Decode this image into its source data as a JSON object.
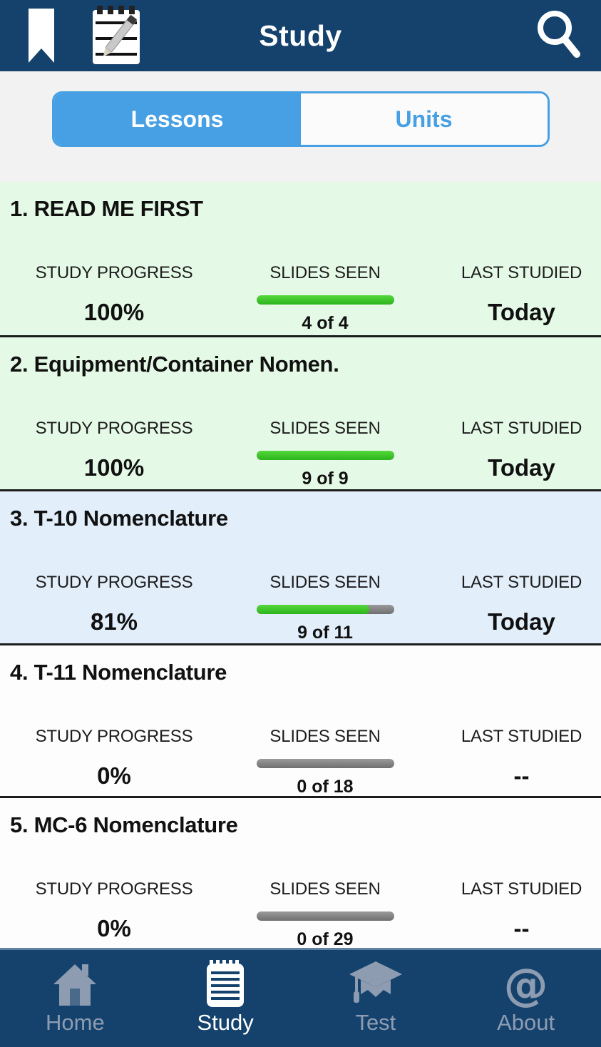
{
  "header": {
    "title": "Study"
  },
  "tabs": {
    "lessons_label": "Lessons",
    "units_label": "Units",
    "selected": "Lessons"
  },
  "columns": {
    "progress": "STUDY PROGRESS",
    "slides": "SLIDES SEEN",
    "last": "LAST STUDIED"
  },
  "lessons": [
    {
      "title": "1. READ ME FIRST",
      "progress": "100%",
      "slides": "4 of 4",
      "percent": 100,
      "last": "Today",
      "highlight": "green"
    },
    {
      "title": "2. Equipment/Container Nomen.",
      "progress": "100%",
      "slides": "9 of 9",
      "percent": 100,
      "last": "Today",
      "highlight": "green"
    },
    {
      "title": "3. T-10 Nomenclature",
      "progress": "81%",
      "slides": "9 of 11",
      "percent": 82,
      "last": "Today",
      "highlight": "blue"
    },
    {
      "title": "4. T-11 Nomenclature",
      "progress": "0%",
      "slides": "0 of 18",
      "percent": 0,
      "last": "--",
      "highlight": "white"
    },
    {
      "title": "5. MC-6 Nomenclature",
      "progress": "0%",
      "slides": "0 of 29",
      "percent": 0,
      "last": "--",
      "highlight": "white"
    }
  ],
  "nav": {
    "home_label": "Home",
    "study_label": "Study",
    "test_label": "Test",
    "about_label": "About",
    "active": "Study"
  },
  "icons": {
    "header": [
      "bookmark-icon",
      "notepad-edit-icon",
      "search-icon"
    ],
    "nav": [
      "home-icon",
      "notepad-icon",
      "graduation-cap-icon",
      "at-icon"
    ]
  },
  "colors": {
    "header_bg": "#14426d",
    "tab_accent": "#47a0e3",
    "progress_green": "#35c424",
    "row_complete_bg": "#e5fae6",
    "row_current_bg": "#e2eefa",
    "nav_inactive": "#8d9cb0"
  }
}
